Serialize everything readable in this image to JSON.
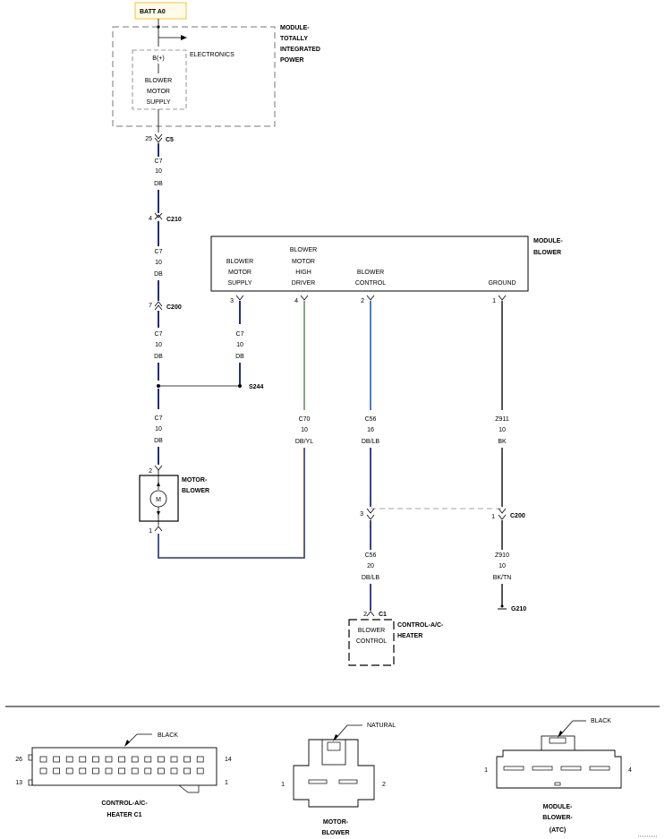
{
  "fuse": {
    "label": "BATT A0"
  },
  "tipm": {
    "title": [
      "MODULE-",
      "TOTALLY",
      "INTEGRATED",
      "POWER"
    ],
    "electronics": "ELECTRONICS",
    "bplus": "B(+)",
    "function": [
      "BLOWER",
      "MOTOR",
      "SUPPLY"
    ]
  },
  "connectors": {
    "c5": {
      "name": "C5",
      "pin": "25"
    },
    "c210": {
      "name": "C210",
      "pin": "4"
    },
    "c200_left": {
      "name": "C200",
      "pin": "7"
    },
    "c200_right": {
      "name": "C200",
      "pin_left": "3",
      "pin_right": "1"
    },
    "c1": {
      "name": "C1",
      "pin": "2"
    }
  },
  "wires": {
    "w1": [
      "C7",
      "10",
      "DB"
    ],
    "w2": [
      "C7",
      "10",
      "DB"
    ],
    "w3": [
      "C7",
      "10",
      "DB"
    ],
    "w4": [
      "C7",
      "10",
      "DB"
    ],
    "w5": [
      "C7",
      "10",
      "DB"
    ],
    "w_c70": [
      "C70",
      "10",
      "DB/YL"
    ],
    "w_c56a": [
      "C56",
      "16",
      "DB/LB"
    ],
    "w_c56b": [
      "C56",
      "20",
      "DB/LB"
    ],
    "w_z911": [
      "Z911",
      "10",
      "BK"
    ],
    "w_z910": [
      "Z910",
      "10",
      "BK/TN"
    ]
  },
  "splice": {
    "name": "S244"
  },
  "ground": {
    "name": "G210"
  },
  "module_blower": {
    "title": [
      "MODULE-",
      "BLOWER"
    ],
    "pins": [
      {
        "pin": "3",
        "lines": [
          "BLOWER",
          "MOTOR",
          "SUPPLY"
        ]
      },
      {
        "pin": "4",
        "lines": [
          "BLOWER",
          "MOTOR",
          "HIGH",
          "DRIVER"
        ]
      },
      {
        "pin": "2",
        "lines": [
          "BLOWER",
          "CONTROL"
        ]
      },
      {
        "pin": "1",
        "lines": [
          "GROUND"
        ]
      }
    ]
  },
  "motor_blower": {
    "title": [
      "MOTOR-",
      "BLOWER"
    ],
    "symbol": "M",
    "pin_top": "2",
    "pin_bottom": "1"
  },
  "control_ac": {
    "title": [
      "CONTROL-A/C-",
      "HEATER"
    ],
    "function": [
      "BLOWER",
      "CONTROL"
    ]
  },
  "connector_views": {
    "heater_c1": {
      "color": "BLACK",
      "pin_tl": "26",
      "pin_tr": "14",
      "pin_bl": "13",
      "pin_br": "1",
      "title": [
        "CONTROL-A/C-",
        "HEATER C1"
      ]
    },
    "motor": {
      "color": "NATURAL",
      "pin_l": "1",
      "pin_r": "2",
      "title": [
        "MOTOR-",
        "BLOWER"
      ]
    },
    "module": {
      "color": "BLACK",
      "pin_l": "1",
      "pin_r": "4",
      "title": [
        "MODULE-",
        "BLOWER-",
        "(ATC)"
      ]
    }
  },
  "colors": {
    "db": "#1f2f7f",
    "lb": "#3a6fb5",
    "yl": "#e8c94a",
    "bk": "#555555",
    "tn": "#8a7060",
    "fuse_border": "#f0c040"
  }
}
